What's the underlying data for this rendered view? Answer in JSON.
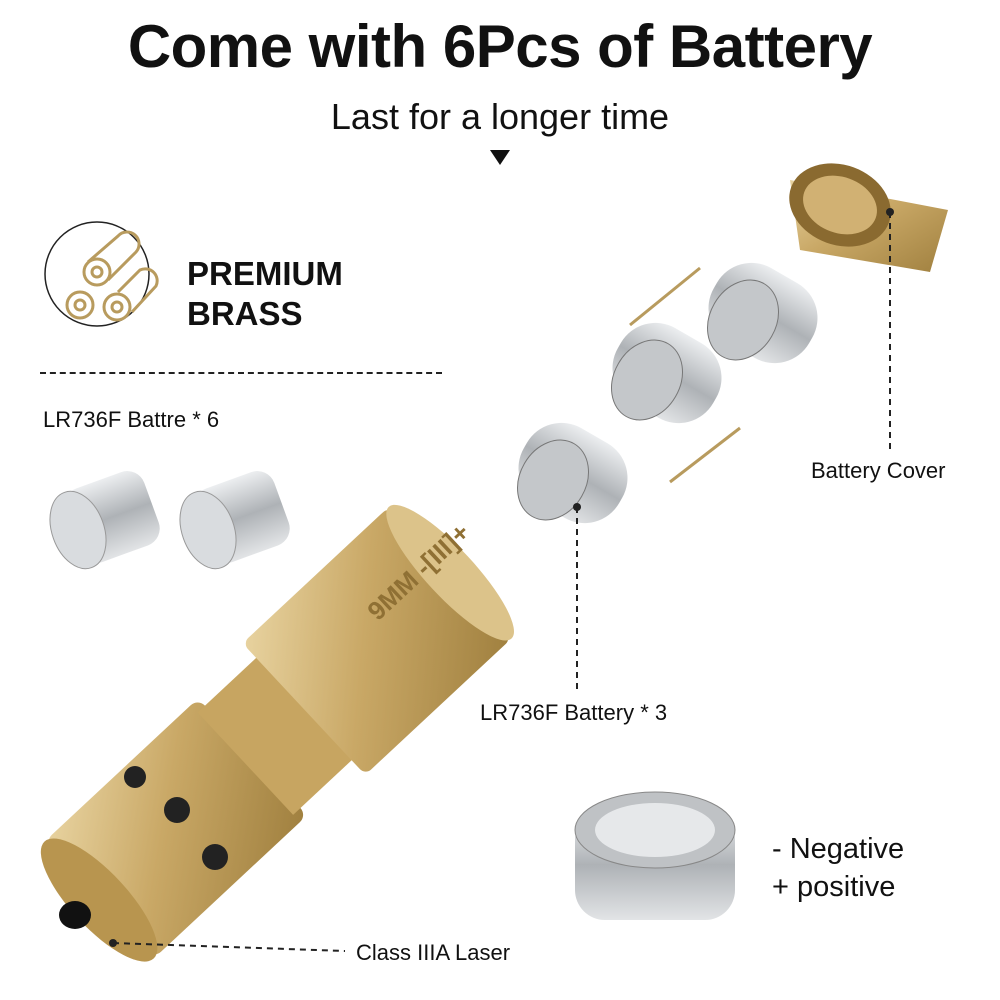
{
  "header": {
    "title": "Come with 6Pcs of Battery",
    "subtitle": "Last for a longer time"
  },
  "feature": {
    "icon": "brass-rods-icon",
    "line1": "PREMIUM",
    "line2": "BRASS"
  },
  "labels": {
    "spare_batteries": "LR736F Battre * 6",
    "battery_cover": "Battery Cover",
    "installed_batteries": "LR736F Battery * 3",
    "laser": "Class IIIA Laser",
    "negative": "- Negative",
    "positive": "+ positive"
  },
  "engraving": {
    "caliber": "9MM",
    "battery_symbol": "-[III]+"
  },
  "colors": {
    "brass": "#c9a866",
    "brass_dark": "#9c7b3c",
    "silver": "#b8bcc0",
    "text": "#111111"
  }
}
